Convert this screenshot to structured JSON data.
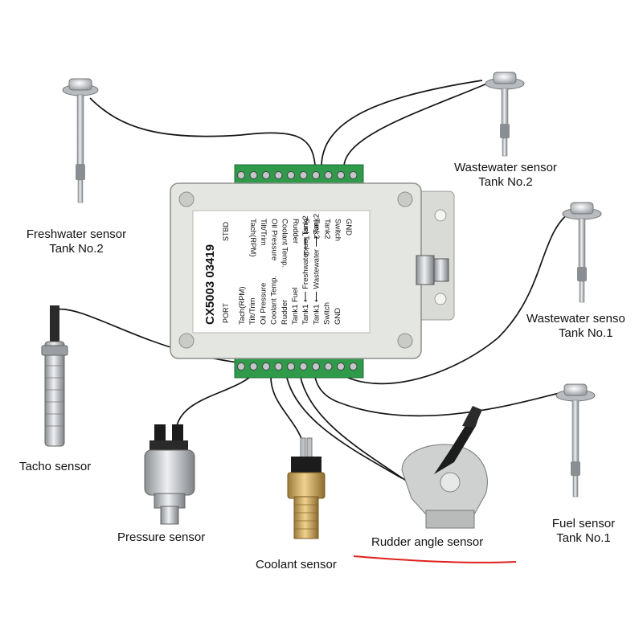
{
  "module": {
    "model": "CX5003  03419",
    "port_label": "PORT",
    "stbd_label": "STBD",
    "port_terminals": [
      "Tach(RPM)",
      "Tilt/Trim",
      "Oil Pressure",
      "Coolant Temp.",
      "Rudder",
      "Tank1 Fuel",
      "Tank1 ⟵ Freshwater ⟶ Tank2",
      "Tank1 ⟵ Wastewater ⟶ Tank2",
      "Switch",
      "GND"
    ],
    "stbd_terminals": [
      "Tach(RPM)",
      "Tilt/Trim",
      "Oil Pressure",
      "Coolant Temp.",
      "Rudder",
      "Fuel Tank2",
      "Tank2",
      "Tank2",
      "Switch",
      "GND"
    ],
    "body_color": "#e4e6e1",
    "terminal_color": "#2e9a4a"
  },
  "sensors": [
    {
      "id": "freshwater-tank2",
      "lines": [
        "Freshwater sensor",
        "Tank No.2"
      ]
    },
    {
      "id": "wastewater-tank2",
      "lines": [
        "Wastewater sensor",
        "Tank No.2"
      ]
    },
    {
      "id": "wastewater-tank1",
      "lines": [
        "Wastewater senso",
        "Tank No.1"
      ]
    },
    {
      "id": "tacho",
      "lines": [
        "Tacho sensor"
      ]
    },
    {
      "id": "pressure",
      "lines": [
        "Pressure sensor"
      ]
    },
    {
      "id": "coolant",
      "lines": [
        "Coolant sensor"
      ]
    },
    {
      "id": "rudder",
      "lines": [
        "Rudder angle sensor"
      ]
    },
    {
      "id": "fuel-tank1",
      "lines": [
        "Fuel sensor",
        "Tank No.1"
      ]
    }
  ],
  "highlight_color": "#e0201c"
}
